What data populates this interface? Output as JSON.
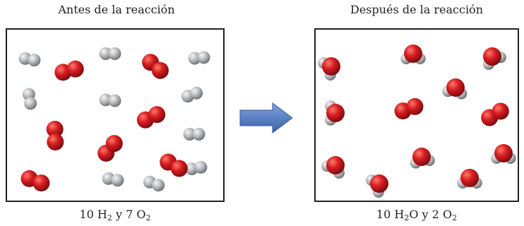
{
  "left_panel": {
    "title": "Antes de la reacción",
    "caption": {
      "n1": "10",
      "f1": "H",
      "s1": "2",
      "y": "y",
      "n2": "7",
      "f2": "O",
      "s2": "2"
    }
  },
  "right_panel": {
    "title": "Después de la reacción",
    "caption": {
      "n1": "10",
      "f1": "H",
      "s1": "2",
      "f1b": "O",
      "y": "y",
      "n2": "2",
      "f2": "O",
      "s2": "2"
    }
  },
  "colors": {
    "oxygen": "#d81e22",
    "hydrogen": "#b9bcbf",
    "arrow": "#4a73b8"
  }
}
